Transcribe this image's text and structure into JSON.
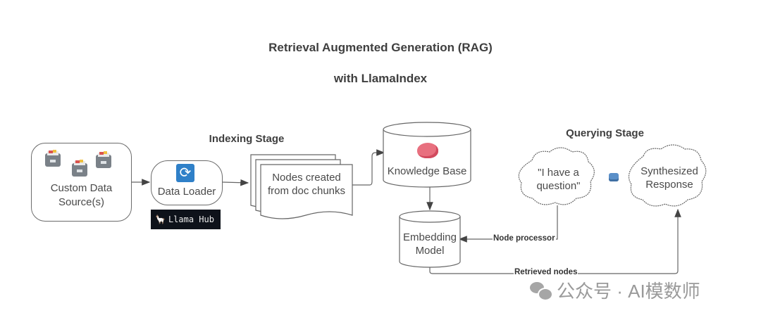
{
  "title": {
    "line1": "Retrieval Augmented Generation (RAG)",
    "line2": "with LlamaIndex"
  },
  "nodes": {
    "data_source": {
      "label_line1": "Custom Data",
      "label_line2": "Source(s)",
      "icon": "file-cabinet-icon"
    },
    "indexing_stage": {
      "title": "Indexing Stage"
    },
    "data_loader": {
      "label": "Data Loader",
      "icon": "sync-icon"
    },
    "llama_hub": {
      "label": "Llama Hub",
      "icon": "llama-icon"
    },
    "doc_nodes": {
      "label_line1": "Nodes created",
      "label_line2": "from doc chunks"
    },
    "knowledge_base": {
      "label": "Knowledge Base",
      "icon": "brain-icon"
    },
    "embedding_model": {
      "label_line1": "Embedding",
      "label_line2": "Model"
    },
    "querying_stage": {
      "title": "Querying Stage"
    },
    "question": {
      "label_line1": "\"I have a",
      "label_line2": "question\""
    },
    "response": {
      "label_line1": "Synthesized",
      "label_line2": "Response"
    },
    "robot": {
      "icon": "robot-icon"
    }
  },
  "edges": {
    "node_processor": "Node processor",
    "retrieved_nodes": "Retrieved nodes"
  },
  "watermark": {
    "text": "公众号 · AI模数师",
    "icon": "wechat-icon"
  },
  "colors": {
    "stroke": "#6b6b6b",
    "sync_icon_bg": "#2f80c8",
    "brain": "#e8707f",
    "llama_hub_bg": "#0e121a",
    "cabinet": "#7a8188"
  }
}
